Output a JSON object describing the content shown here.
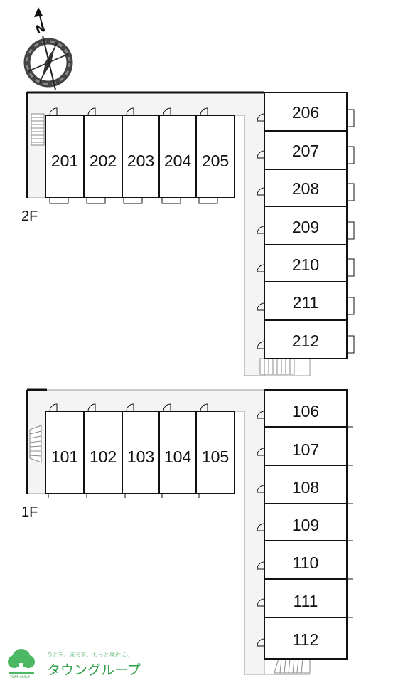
{
  "floors": [
    {
      "label": "2F",
      "top_units": [
        "201",
        "202",
        "203",
        "204",
        "205"
      ],
      "side_units": [
        "206",
        "207",
        "208",
        "209",
        "210",
        "211",
        "212"
      ]
    },
    {
      "label": "1F",
      "top_units": [
        "101",
        "102",
        "103",
        "104",
        "105"
      ],
      "side_units": [
        "106",
        "107",
        "108",
        "109",
        "110",
        "111",
        "112"
      ]
    }
  ],
  "compass": {
    "north_label": "N",
    "icon": "compass-rose-icon"
  },
  "logo": {
    "tagline": "ひとを、まちを、もっと身近に。",
    "name": "タウングループ",
    "small_text": "TOWN GROUP",
    "color": "#2e9e48"
  },
  "colors": {
    "line": "#111111",
    "corridor": "#f2f2f2",
    "corridor_line": "#9a9a9a"
  }
}
